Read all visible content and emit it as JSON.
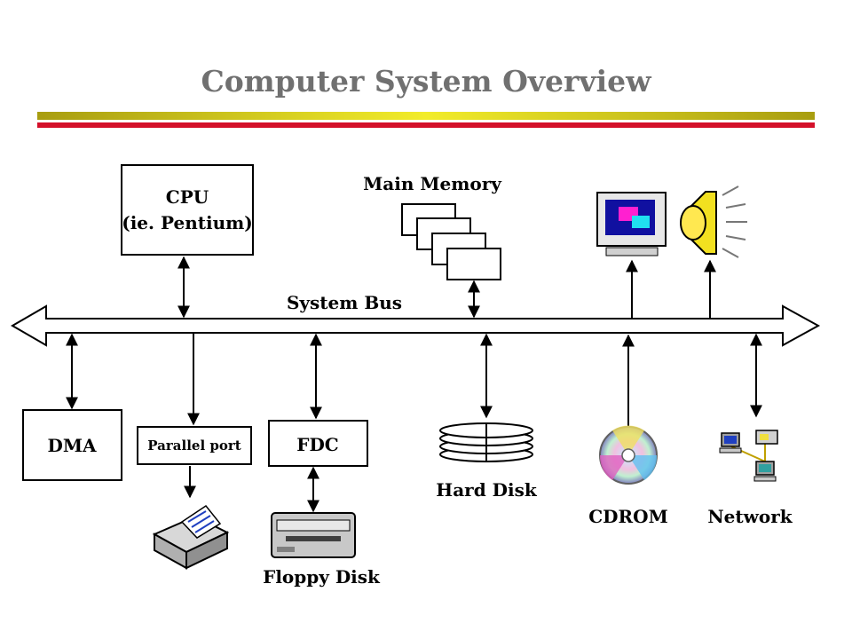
{
  "title": "Computer System Overview",
  "bus_label": "System Bus",
  "components": {
    "cpu": {
      "line1": "CPU",
      "line2": "(ie. Pentium)"
    },
    "main_memory": "Main Memory",
    "dma": "DMA",
    "parallel_port": "Parallel port",
    "fdc": "FDC",
    "hard_disk": "Hard Disk",
    "cdrom": "CDROM",
    "network": "Network",
    "floppy_disk": "Floppy Disk"
  },
  "colors": {
    "title_text": "#707070",
    "rule_top": "#b8ad1a",
    "rule_bottom": "#d4102a"
  }
}
